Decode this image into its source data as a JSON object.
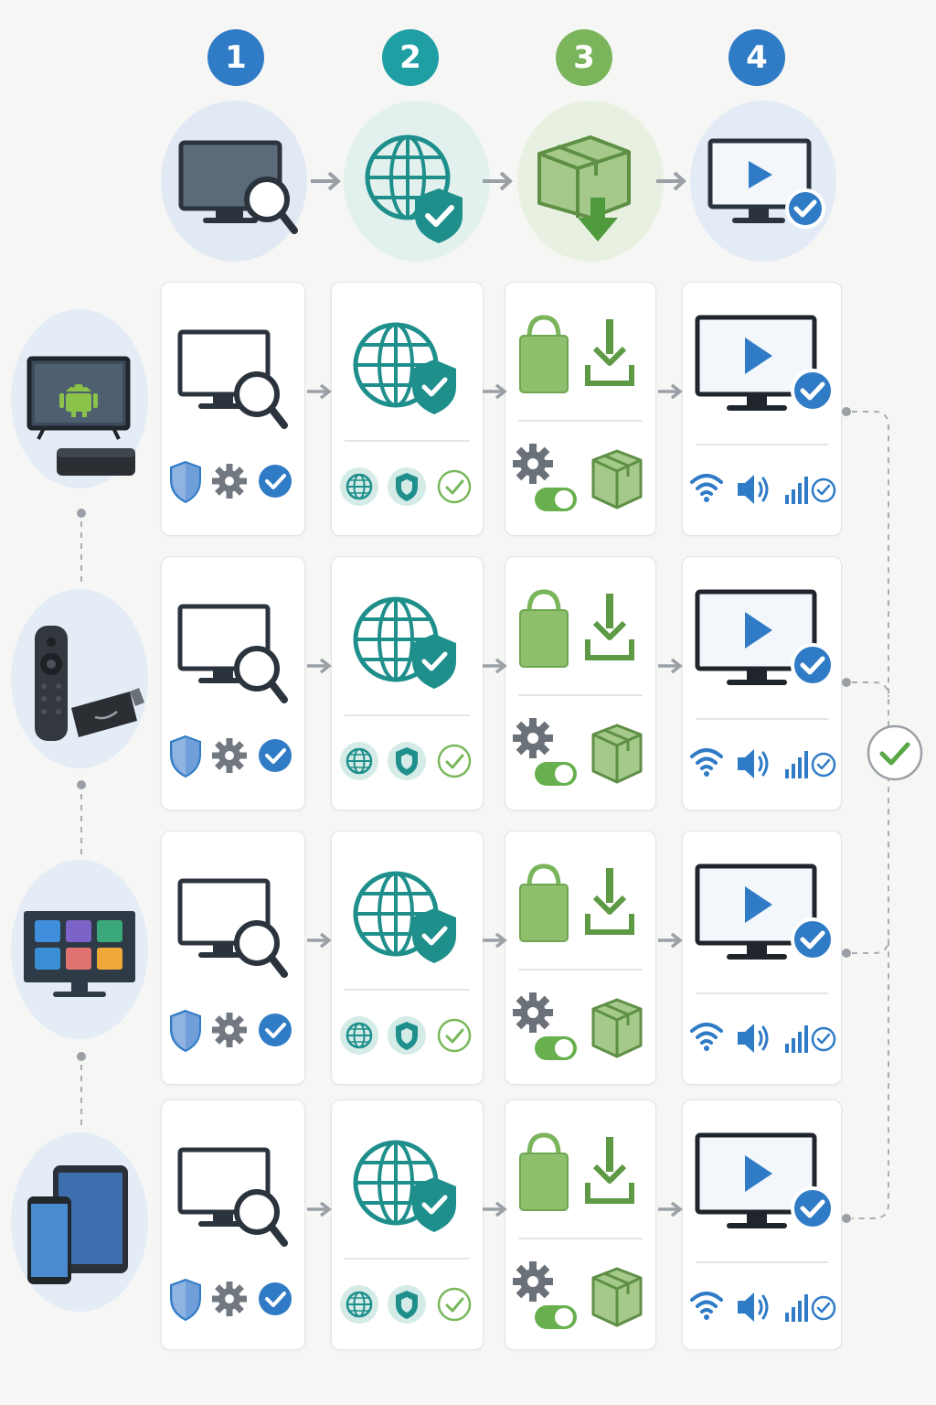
{
  "steps": [
    {
      "number": "1",
      "color": "#2f7bc6",
      "icon": "tv-search-icon",
      "halo": "#e1e9f4"
    },
    {
      "number": "2",
      "color": "#1f9ea4",
      "icon": "globe-shield-icon",
      "halo": "#e3f1ee"
    },
    {
      "number": "3",
      "color": "#7ab55c",
      "icon": "package-download-icon",
      "halo": "#e8f1e1"
    },
    {
      "number": "4",
      "color": "#2f7bc6",
      "icon": "tv-play-check-icon",
      "halo": "#e3ebf6"
    }
  ],
  "devices": [
    {
      "name": "android-tv-box",
      "icon": "android-tv-icon"
    },
    {
      "name": "fire-tv-stick",
      "icon": "fire-stick-remote-icon"
    },
    {
      "name": "smart-tv",
      "icon": "smart-tv-apps-icon"
    },
    {
      "name": "phone-tablet",
      "icon": "phone-tablet-icon"
    }
  ],
  "colors": {
    "blue": "#2f7bc6",
    "teal": "#1f8f8c",
    "green": "#7ab55c",
    "dark": "#2b333d",
    "connector": "#9aa0a6"
  },
  "final_status": {
    "icon": "check-circle-icon"
  }
}
